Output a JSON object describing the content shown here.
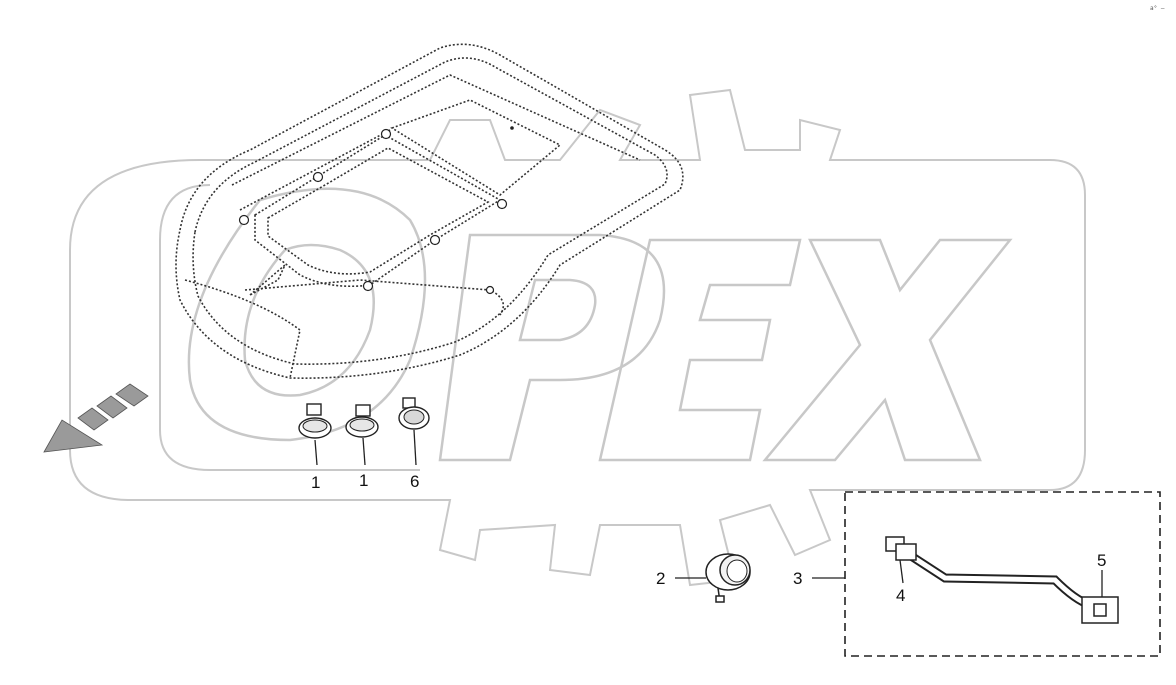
{
  "watermark": {
    "text": "OPEX",
    "color": "#c8c8c8"
  },
  "corner_mark": "a° —",
  "callouts": [
    {
      "id": "1a",
      "text": "1"
    },
    {
      "id": "1b",
      "text": "1"
    },
    {
      "id": "6",
      "text": "6"
    },
    {
      "id": "2",
      "text": "2"
    },
    {
      "id": "3",
      "text": "3"
    },
    {
      "id": "4",
      "text": "4"
    },
    {
      "id": "5",
      "text": "5"
    }
  ],
  "colors": {
    "line": "#222222",
    "dotted": "#333333",
    "arrow": "#9a9a9a"
  }
}
